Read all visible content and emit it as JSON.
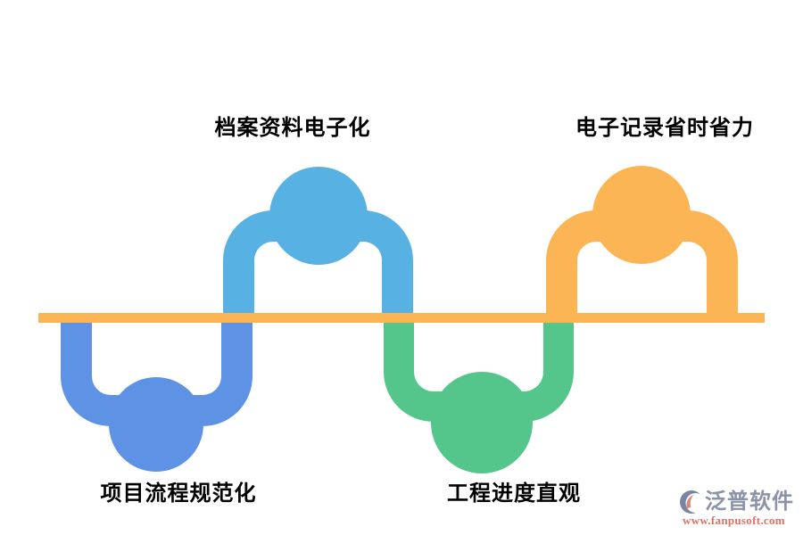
{
  "diagram": {
    "baseline_color": "#FCB555",
    "nodes": [
      {
        "id": "archive",
        "label": "档案资料电子化",
        "color": "#57B1E2",
        "position": "above-line"
      },
      {
        "id": "workflow",
        "label": "项目流程规范化",
        "color": "#5E92E5",
        "position": "below-line"
      },
      {
        "id": "progress",
        "label": "工程进度直观",
        "color": "#54C68C",
        "position": "below-line"
      },
      {
        "id": "records",
        "label": "电子记录省时省力",
        "color": "#FCB555",
        "position": "above-line"
      }
    ]
  },
  "watermark": {
    "brand": "泛普软件",
    "url": "www.fanpusoft.com",
    "brand_color": "#8B93A8",
    "url_color": "#D9746A",
    "icon_primary": "#7A84A0",
    "icon_accent": "#D98878"
  }
}
